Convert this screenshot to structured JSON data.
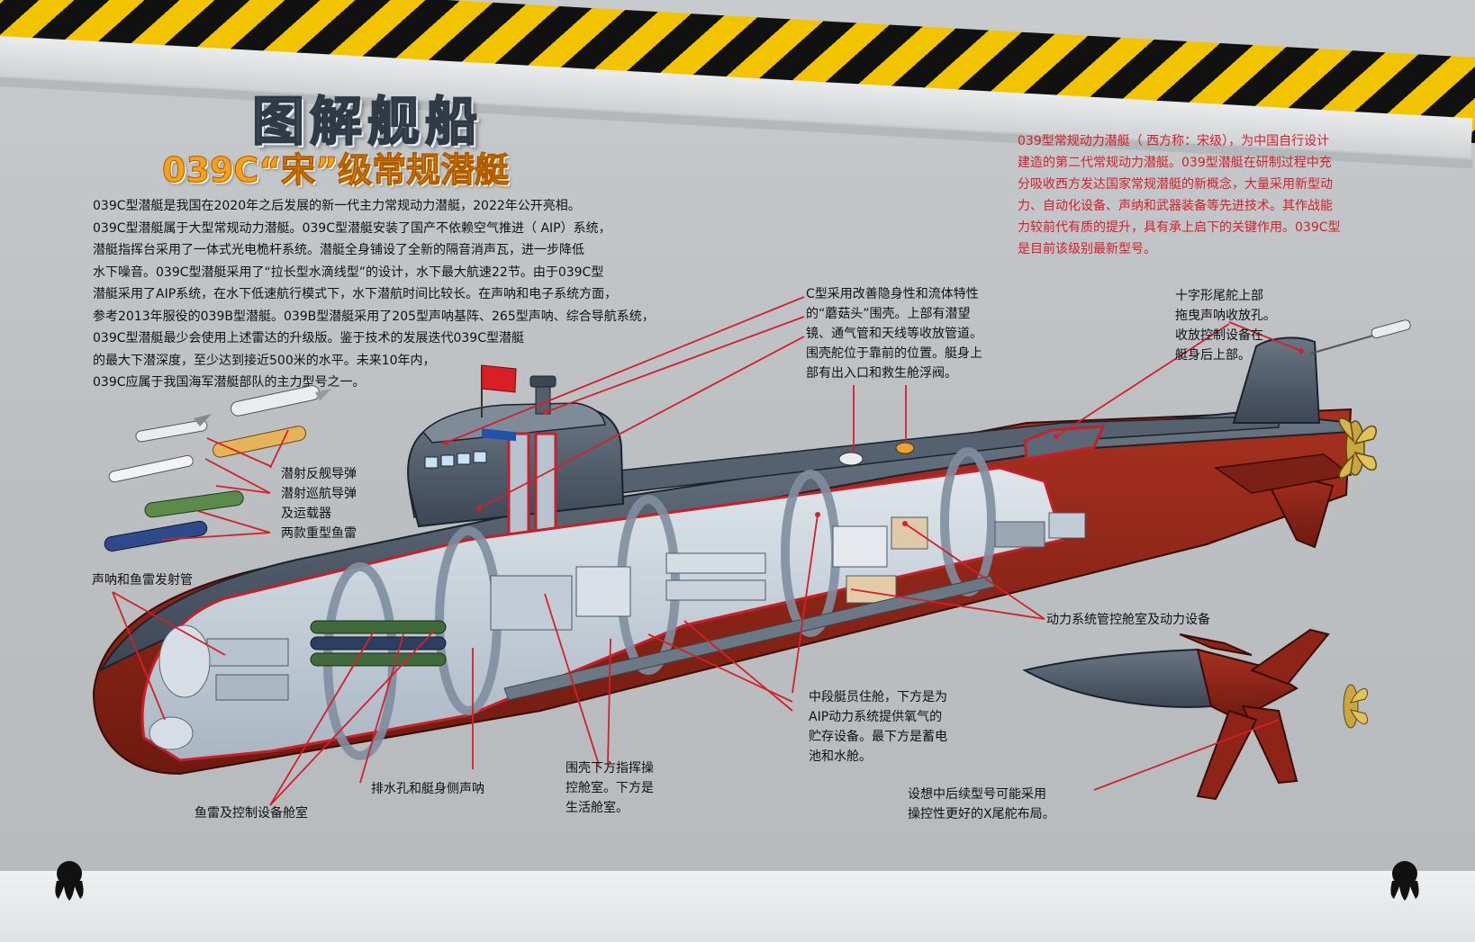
{
  "title": "图解舰船",
  "subtitle": "039C“宋”级常规潜艇",
  "intro_lines": [
    "039C型潜艇是我国在2020年之后发展的新一代主力常规动力潜艇，2022年公开亮相。",
    "039C型潜艇属于大型常规动力潜艇。039C型潜艇安装了国产不依赖空气推进（ AIP）系统，",
    "潜艇指挥台采用了一体式光电桅杆系统。潜艇全身铺设了全新的隔音消声瓦，进一步降低",
    "水下噪音。039C型潜艇采用了“拉长型水滴线型”的设计，水下最大航速22节。由于039C型",
    "潜艇采用了AIP系统，在水下低速航行模式下，水下潜航时间比较长。在声呐和电子系统方面，",
    "参考2013年服役的039B型潜艇。039B型潜艇采用了205型声呐基阵、265型声呐、综合导航系统，",
    "039C型潜艇最少会使用上述雷达的升级版。鉴于技术的发展迭代039C型潜艇",
    "的最大下潜深度，至少达到接近500米的水平。未来10年内，",
    "039C应属于我国海军潜艇部队的主力型号之一。"
  ],
  "red_note_lines": [
    "039型常规动力潜艇（ 西方称：宋级），为中国自行设计",
    "建造的第二代常规动力潜艇。039型潜艇在研制过程中充",
    "分吸收西方发达国家常规潜艇的新概念，大量采用新型动",
    "力、自动化设备、声纳和武器装备等先进技术。其作战能",
    "力较前代有质的提升，具有承上启下的关键作用。039C型",
    "是目前该级别最新型号。"
  ],
  "labels": {
    "sail": [
      "C型采用改善隐身性和流体特性",
      "的“蘑菇头”围壳。上部有潜望",
      "镜、通气管和天线等收放管道。",
      "围壳舵位于靠前的位置。艇身上",
      "部有出入口和救生舱浮阀。"
    ],
    "towed": [
      "十字形尾舵上部",
      "拖曳声呐收放孔。",
      "收放控制设备在",
      "艇身后上部。"
    ],
    "weapons": [
      "潜射反舰导弹",
      "潜射巡航导弹",
      "及运载器",
      "两款重型鱼雷"
    ],
    "sonar": [
      "声呐和鱼雷发射管"
    ],
    "power": [
      "动力系统管控舱室及动力设备"
    ],
    "crew": [
      "中段艇员住舱，下方是为",
      "AIP动力系统提供氧气的",
      "贮存设备。最下方是蓄电",
      "池和水舱。"
    ],
    "command": [
      "围壳下方指挥操",
      "控舱室。下方是",
      "生活舱室。"
    ],
    "drain": [
      "排水孔和艇身侧声呐"
    ],
    "torpedo_room": [
      "鱼雷及控制设备舱室"
    ],
    "xrudder": [
      "设想中后续型号可能采用",
      "操控性更好的X尾舵布局。"
    ]
  },
  "colors": {
    "hull_upper": "#4a5563",
    "hull_lower": "#8e2418",
    "callout_red": "#d3202a",
    "subtitle_orange": "#f4a21c"
  }
}
